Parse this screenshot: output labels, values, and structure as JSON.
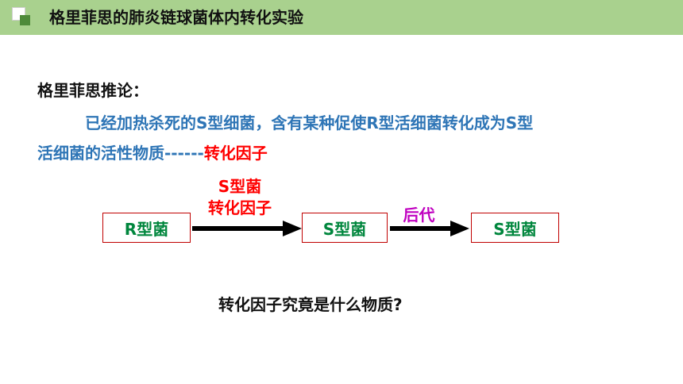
{
  "slide": {
    "title": "格里菲思的肺炎链球菌体内转化实验"
  },
  "content": {
    "heading": "格里菲思推论：",
    "paragraph_line1": "已经加热杀死的S型细菌，含有某种促使R型活细菌转化成为S型",
    "paragraph_line2": "活细菌的活性物质------",
    "paragraph_highlight": "转化因子",
    "question": "转化因子究竟是什么物质?"
  },
  "diagram": {
    "box_r": "R型菌",
    "box_s1": "S型菌",
    "box_s2": "S型菌",
    "arrow1_label_line1": "S型菌",
    "arrow1_label_line2": "转化因子",
    "arrow2_label": "后代"
  },
  "colors": {
    "title_bar": "#a9d18e",
    "paragraph_text": "#2e75b6",
    "highlight_red": "#ff0000",
    "box_text_green": "#00863d",
    "box_border": "#c00000",
    "label_purple": "#c000c0"
  }
}
